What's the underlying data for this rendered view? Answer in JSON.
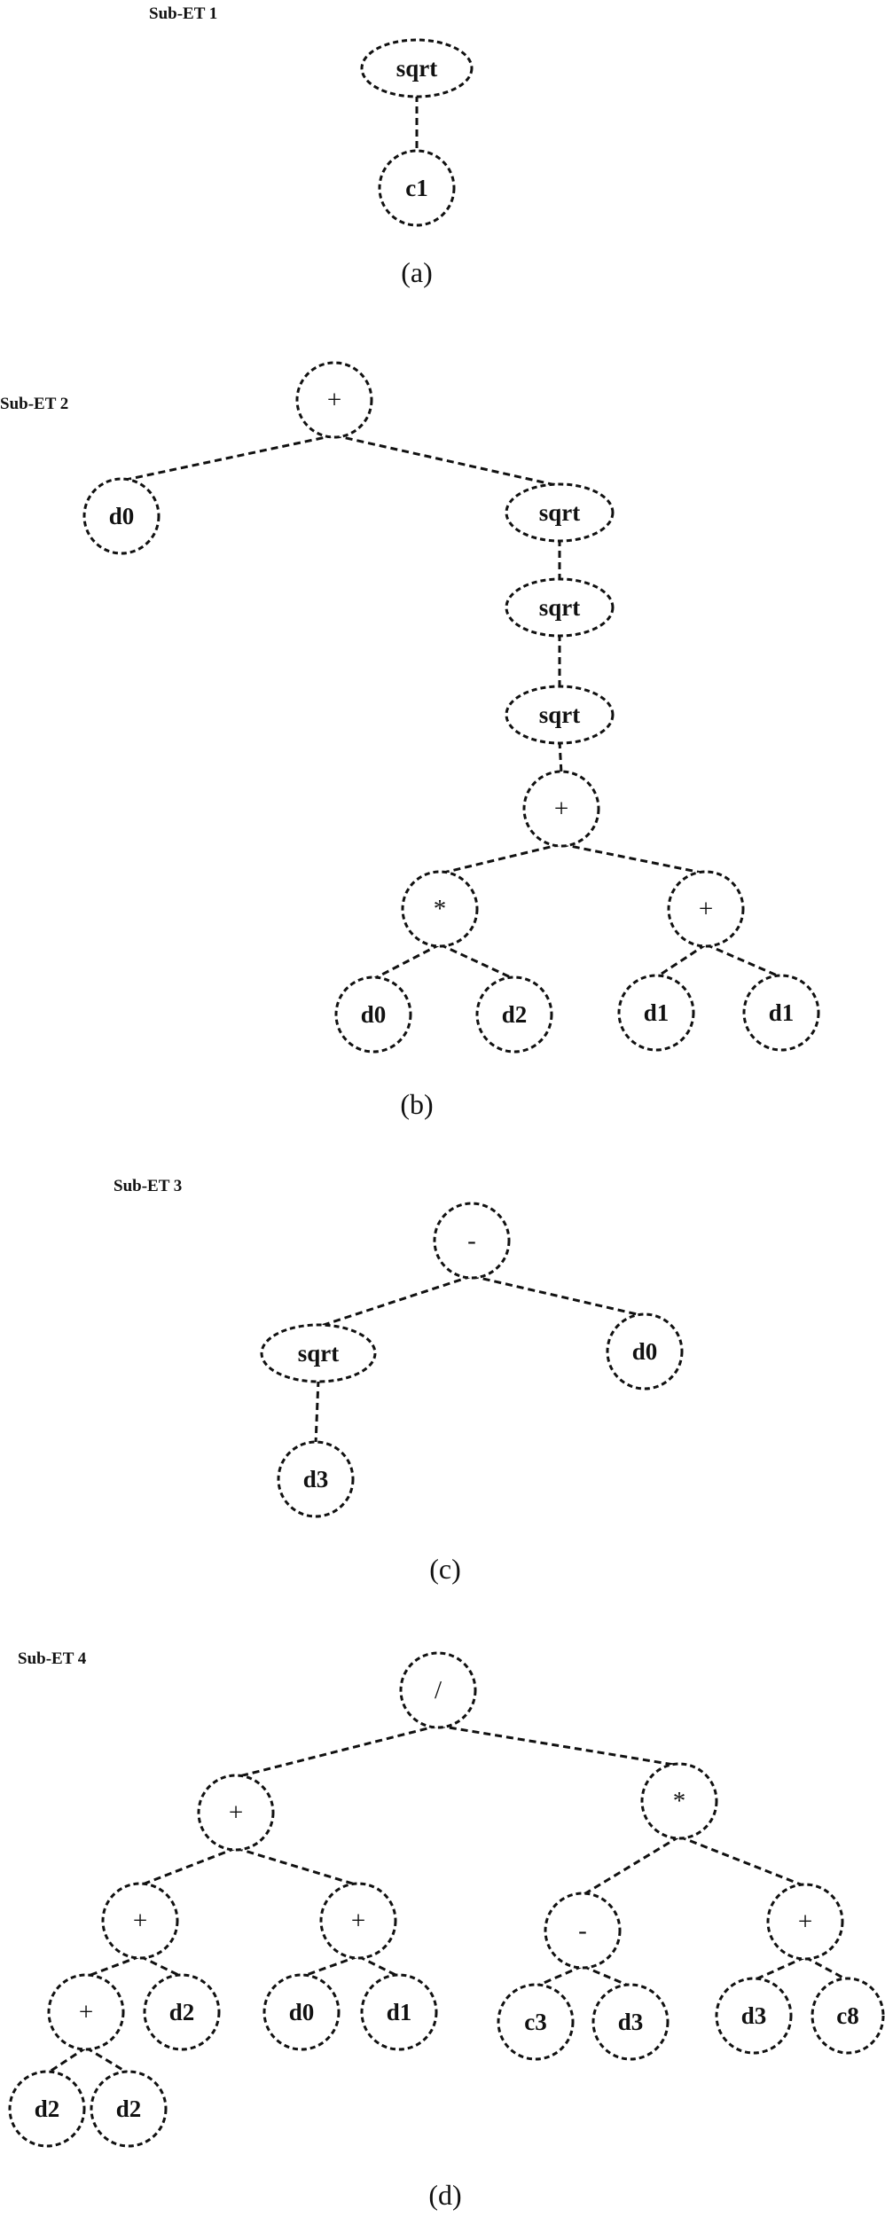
{
  "panels": [
    {
      "title": "Sub-ET 1",
      "caption": "(a)",
      "nodes": [
        {
          "id": "a1",
          "label": "sqrt"
        },
        {
          "id": "a2",
          "label": "c1"
        }
      ],
      "edges": [
        [
          "a1",
          "a2"
        ]
      ]
    },
    {
      "title": "Sub-ET 2",
      "caption": "(b)",
      "nodes": [
        {
          "id": "b1",
          "label": "+"
        },
        {
          "id": "b2",
          "label": "d0"
        },
        {
          "id": "b3",
          "label": "sqrt"
        },
        {
          "id": "b4",
          "label": "sqrt"
        },
        {
          "id": "b5",
          "label": "sqrt"
        },
        {
          "id": "b6",
          "label": "+"
        },
        {
          "id": "b7",
          "label": "*"
        },
        {
          "id": "b8",
          "label": "+"
        },
        {
          "id": "b9",
          "label": "d0"
        },
        {
          "id": "b10",
          "label": "d2"
        },
        {
          "id": "b11",
          "label": "d1"
        },
        {
          "id": "b12",
          "label": "d1"
        }
      ],
      "edges": [
        [
          "b1",
          "b2"
        ],
        [
          "b1",
          "b3"
        ],
        [
          "b3",
          "b4"
        ],
        [
          "b4",
          "b5"
        ],
        [
          "b5",
          "b6"
        ],
        [
          "b6",
          "b7"
        ],
        [
          "b6",
          "b8"
        ],
        [
          "b7",
          "b9"
        ],
        [
          "b7",
          "b10"
        ],
        [
          "b8",
          "b11"
        ],
        [
          "b8",
          "b12"
        ]
      ]
    },
    {
      "title": "Sub-ET 3",
      "caption": "(c)",
      "nodes": [
        {
          "id": "c1",
          "label": "-"
        },
        {
          "id": "c2",
          "label": "sqrt"
        },
        {
          "id": "c3",
          "label": "d0"
        },
        {
          "id": "c4",
          "label": "d3"
        }
      ],
      "edges": [
        [
          "c1",
          "c2"
        ],
        [
          "c1",
          "c3"
        ],
        [
          "c2",
          "c4"
        ]
      ]
    },
    {
      "title": "Sub-ET 4",
      "caption": "(d)",
      "nodes": [
        {
          "id": "d1",
          "label": "/"
        },
        {
          "id": "d2",
          "label": "+"
        },
        {
          "id": "d3",
          "label": "*"
        },
        {
          "id": "d4",
          "label": "+"
        },
        {
          "id": "d5",
          "label": "+"
        },
        {
          "id": "d6",
          "label": "-"
        },
        {
          "id": "d7",
          "label": "+"
        },
        {
          "id": "d8",
          "label": "+"
        },
        {
          "id": "d9",
          "label": "d2"
        },
        {
          "id": "d10",
          "label": "d0"
        },
        {
          "id": "d11",
          "label": "d1"
        },
        {
          "id": "d12",
          "label": "c3"
        },
        {
          "id": "d13",
          "label": "d3"
        },
        {
          "id": "d14",
          "label": "d3"
        },
        {
          "id": "d15",
          "label": "c8"
        },
        {
          "id": "d16",
          "label": "d2"
        },
        {
          "id": "d17",
          "label": "d2"
        }
      ],
      "edges": [
        [
          "d1",
          "d2"
        ],
        [
          "d1",
          "d3"
        ],
        [
          "d2",
          "d4"
        ],
        [
          "d2",
          "d5"
        ],
        [
          "d3",
          "d6"
        ],
        [
          "d3",
          "d7"
        ],
        [
          "d4",
          "d8"
        ],
        [
          "d4",
          "d9"
        ],
        [
          "d5",
          "d10"
        ],
        [
          "d5",
          "d11"
        ],
        [
          "d6",
          "d12"
        ],
        [
          "d6",
          "d13"
        ],
        [
          "d7",
          "d14"
        ],
        [
          "d7",
          "d15"
        ],
        [
          "d8",
          "d16"
        ],
        [
          "d8",
          "d17"
        ]
      ]
    }
  ]
}
